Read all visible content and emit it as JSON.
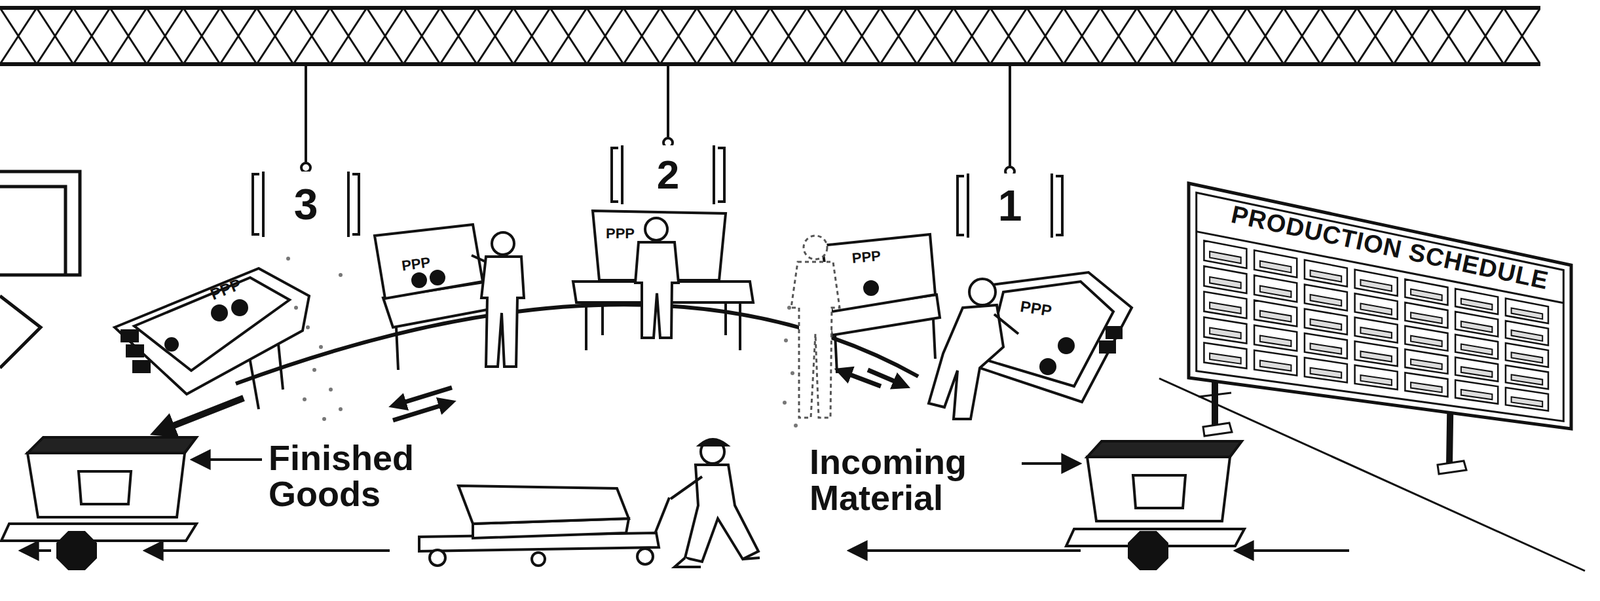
{
  "diagram": {
    "nodes": [
      {
        "text": [
          "3"
        ]
      },
      {
        "text": [
          "2"
        ]
      },
      {
        "text": [
          "1"
        ]
      },
      {
        "text": [
          "PRODUCTION SCHEDULE"
        ]
      }
    ],
    "labels": [
      "PPP",
      "PPP",
      "PPP",
      "PPP",
      "PPP",
      "Finished Goods",
      "Incoming Material"
    ]
  }
}
